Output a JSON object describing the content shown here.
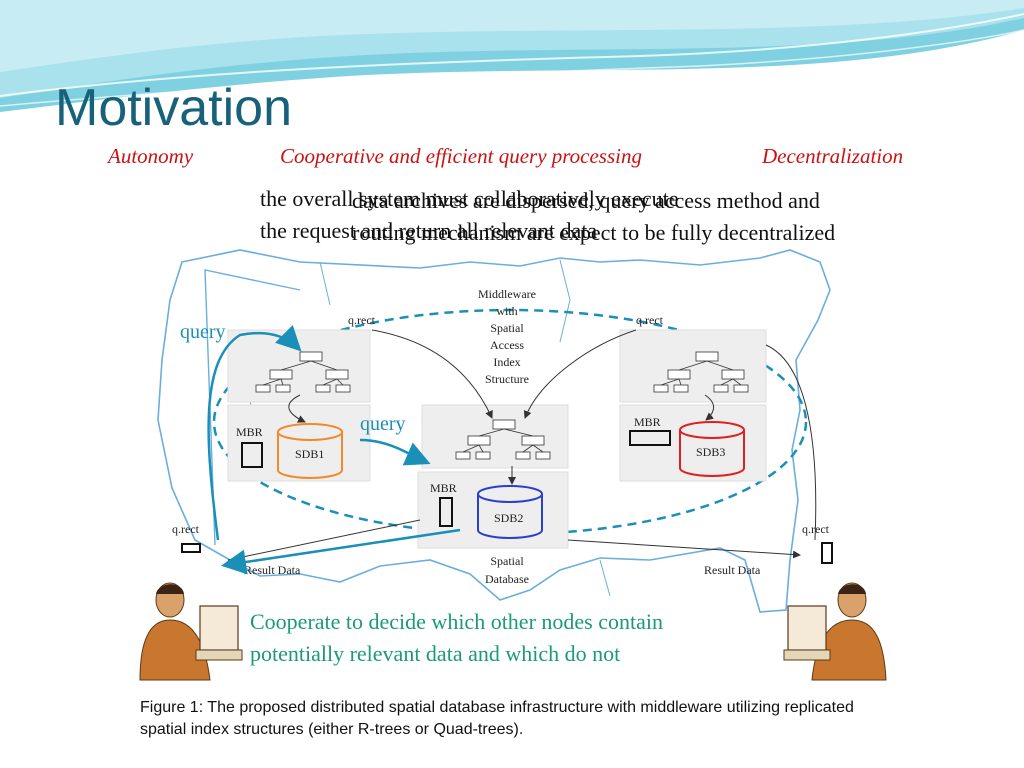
{
  "slide": {
    "title": "Motivation",
    "keywords": [
      "Autonomy",
      "Cooperative and efficient query processing",
      "Decentralization"
    ],
    "overlap_text_1": [
      "the overall system must collaboratively execute",
      "the request and return all relevant data"
    ],
    "overlap_text_2": [
      "data archives are dispersed, query access method and",
      "routing mechanism are expect to be fully decentralized"
    ],
    "note": [
      "Cooperate to decide which other nodes contain",
      "potentially relevant data and which do not"
    ],
    "caption": "Figure 1: The proposed distributed spatial database infrastructure with middleware utilizing replicated spatial index structures (either R-trees or Quad-trees)."
  },
  "figure": {
    "middleware_label": [
      "Middleware",
      "with",
      "Spatial",
      "Access",
      "Index",
      "Structure"
    ],
    "spatial_database_label": [
      "Spatial",
      "Database"
    ],
    "query_label": "query",
    "q_rect": "q.rect",
    "mbr": "MBR",
    "result_data": "Result Data",
    "sdb1": "SDB1",
    "sdb2": "SDB2",
    "sdb3": "SDB3",
    "colors": {
      "sdb1": "#f08a2a",
      "sdb2": "#2a3fd0",
      "sdb3": "#e02020",
      "accent": "#1a8fb8",
      "title": "#17627a",
      "keyword": "#cc1111",
      "note": "#1a9a7a"
    }
  }
}
